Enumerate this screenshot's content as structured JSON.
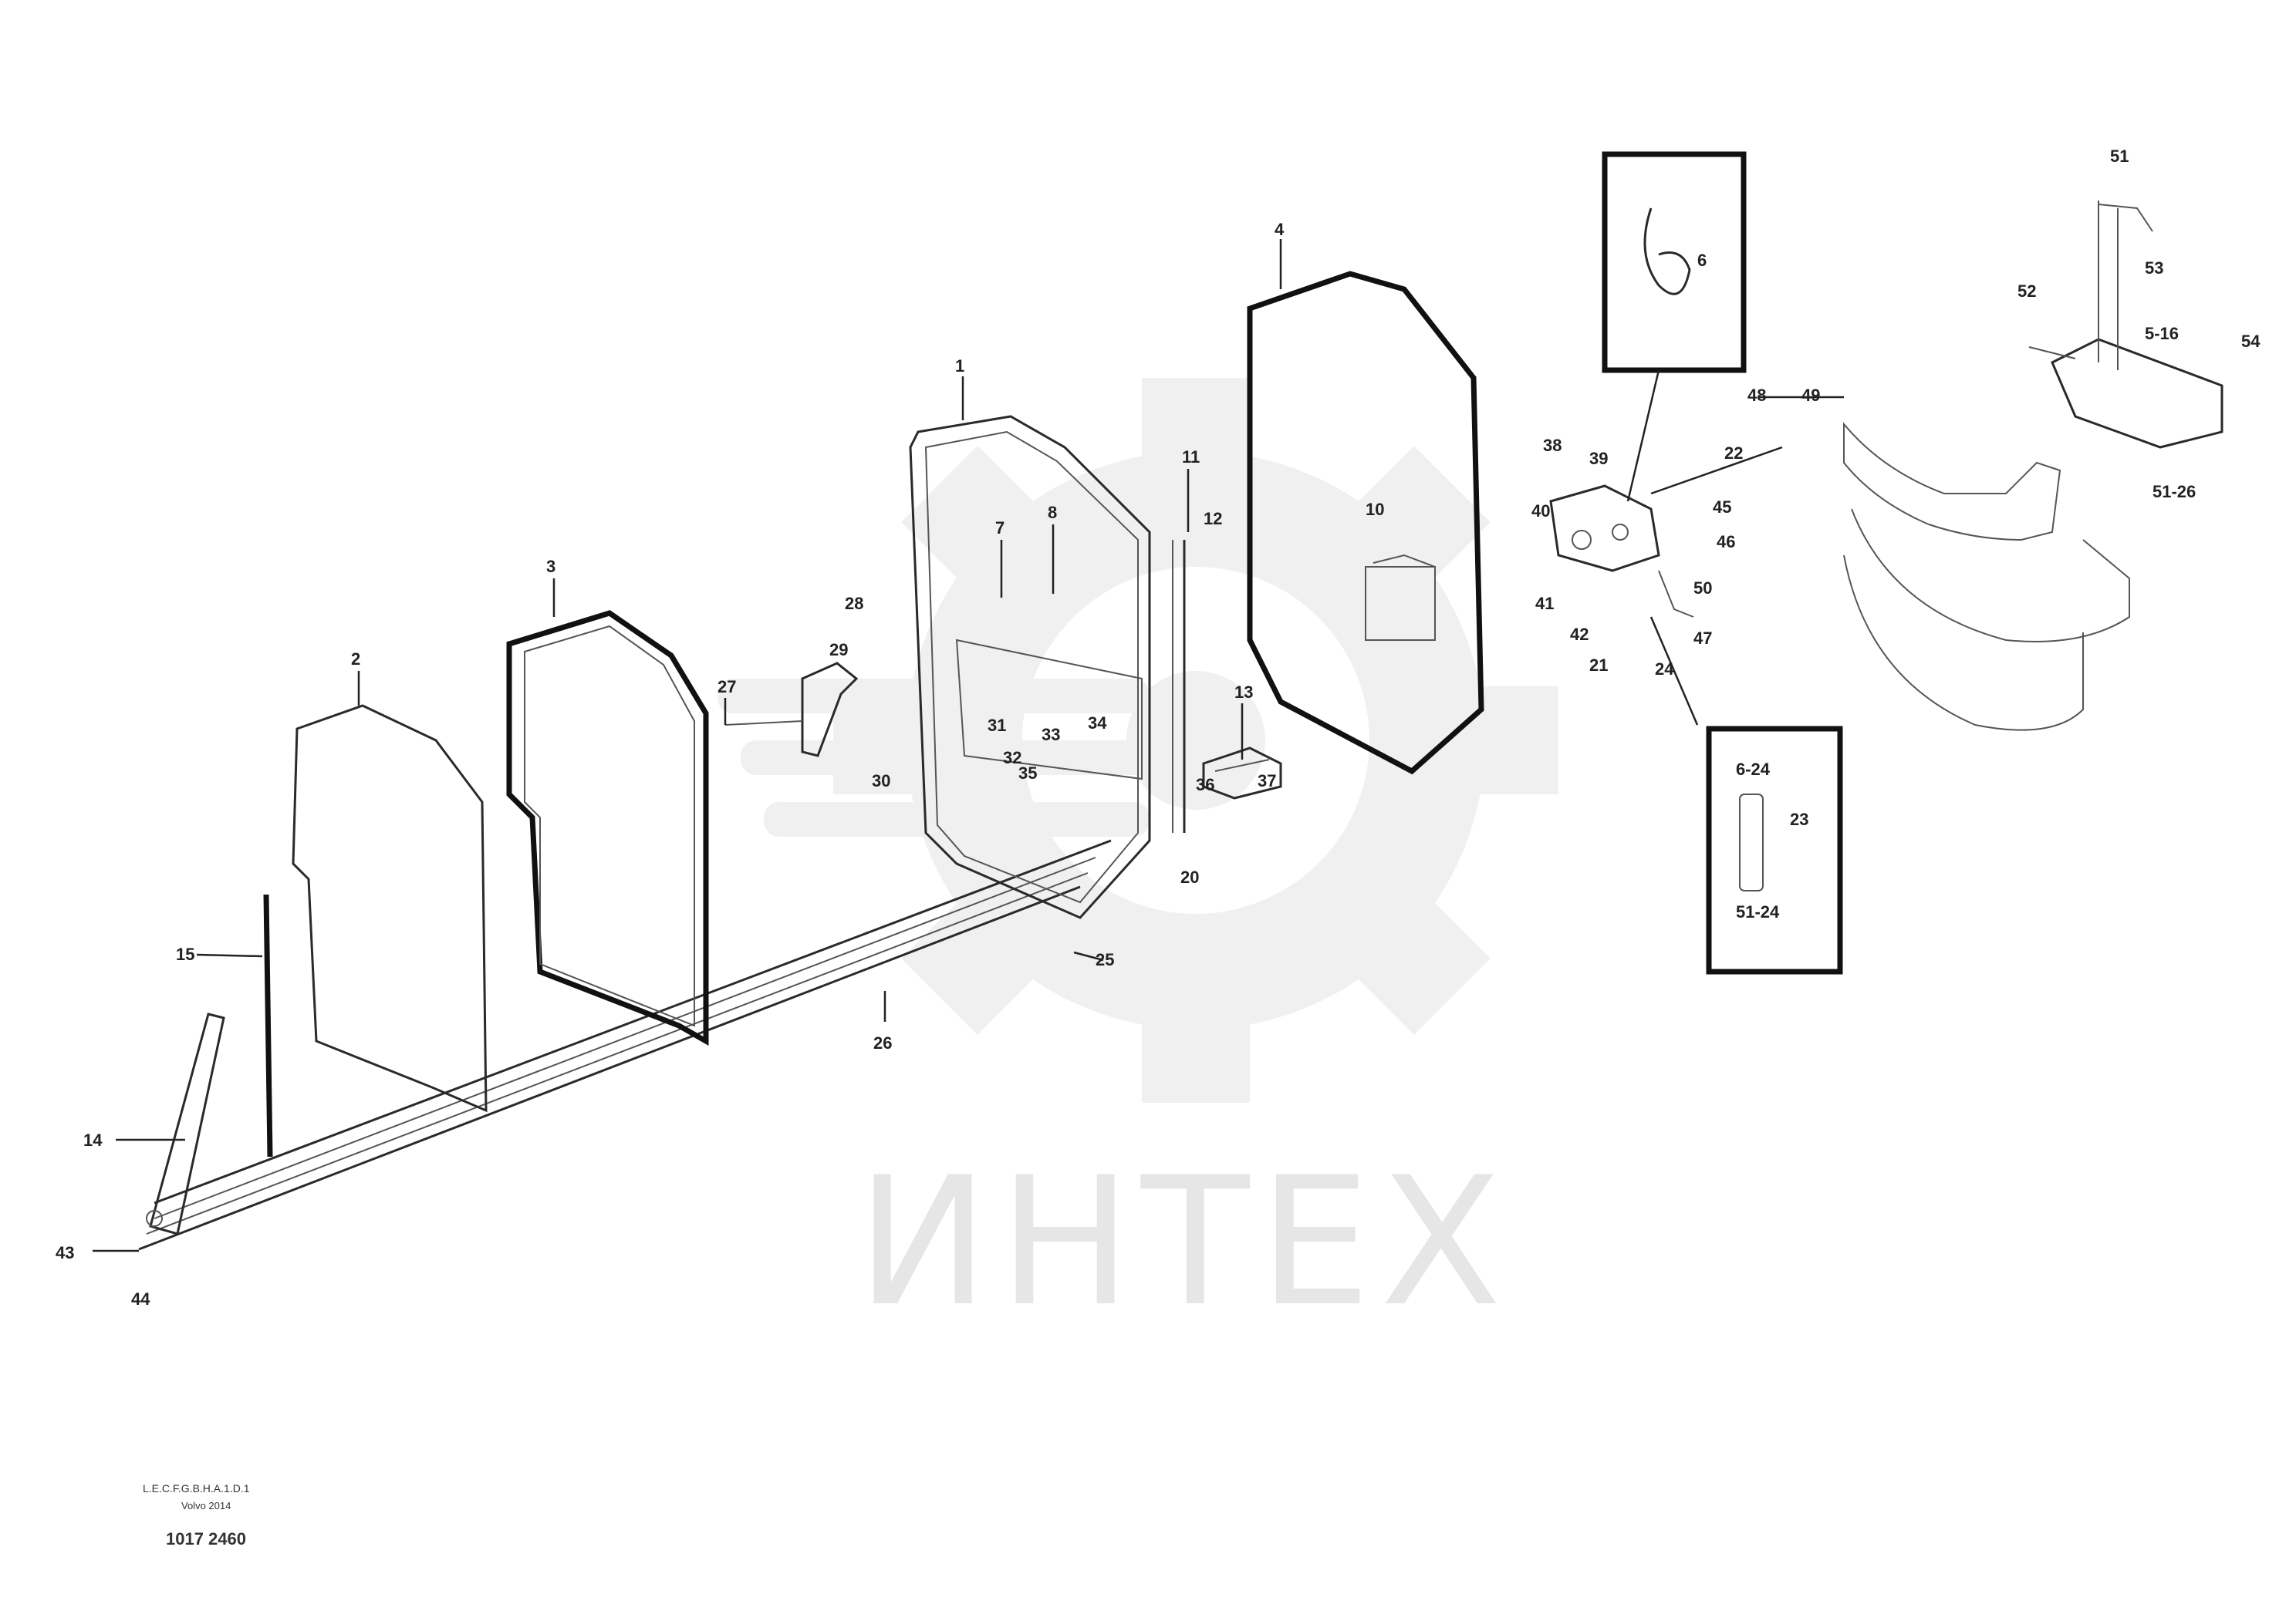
{
  "watermark": {
    "text": "ИНТЕХ"
  },
  "reference": {
    "line1": "L.E.C.F.G.B.H.A.1.D.1",
    "line2": "Volvo 2014",
    "drawing_number": "1017 2460"
  },
  "callouts": {
    "glass_main": "1",
    "glass_rear": "2",
    "seal_rear": "3",
    "frame_upper": "4",
    "seal_b": "6",
    "bracket_a": "7",
    "bracket_b": "8",
    "mid_a": "10",
    "latch_a": "11",
    "latch_b": "12",
    "hinge_a": "13",
    "rod_a": "14",
    "rod_b": "15",
    "bolt_a": "20",
    "bolt_b": "21",
    "bolt_c": "22",
    "nut_a": "23",
    "nut_b": "24",
    "washer_a": "25",
    "washer_b": "26",
    "screw_a": "27",
    "screw_b": "28",
    "clip_a": "29",
    "clip_b": "30",
    "pin_a": "31",
    "pin_b": "32",
    "spring": "33",
    "stop": "34",
    "handle": "35",
    "plate": "36",
    "gasket": "37",
    "cover": "38",
    "knob": "39",
    "cap": "40",
    "insert_a": "41",
    "insert_b": "42",
    "lever": "43",
    "cable": "44",
    "mount_a": "45",
    "mount_b": "46",
    "hinge_b": "47",
    "lock": "48",
    "catch": "49",
    "sleeve": "50",
    "bush": "51",
    "bar": "52",
    "pivot": "53",
    "guide": "54",
    "range_a": "6-24",
    "range_b": "51-26",
    "range_c": "5-16",
    "range_d": "51-24"
  }
}
